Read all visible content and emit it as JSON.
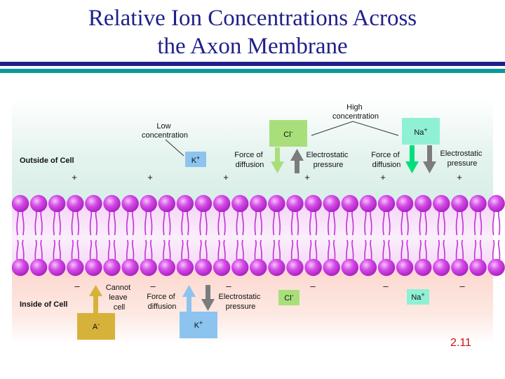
{
  "slide": {
    "title_line1": "Relative Ion Concentrations Across",
    "title_line2": "the Axon Membrane",
    "page_number": "2.11"
  },
  "diagram": {
    "outside_label": "Outside of Cell",
    "inside_label": "Inside of Cell",
    "plus_sign": "+",
    "minus_sign": "–",
    "low_concentration": [
      "Low",
      "concentration"
    ],
    "high_concentration": [
      "High",
      "concentration"
    ],
    "force_of_diffusion": [
      "Force of",
      "diffusion"
    ],
    "electrostatic_pressure": [
      "Electrostatic",
      "pressure"
    ],
    "cannot_leave_cell": [
      "Cannot",
      "leave",
      "cell"
    ],
    "ions": {
      "k_outside": {
        "symbol": "K",
        "charge": "+"
      },
      "cl_outside": {
        "symbol": "Cl",
        "charge": "-"
      },
      "na_outside": {
        "symbol": "Na",
        "charge": "+"
      },
      "a_inside": {
        "symbol": "A",
        "charge": "-"
      },
      "k_inside": {
        "symbol": "K",
        "charge": "+"
      },
      "cl_inside": {
        "symbol": "Cl",
        "charge": "-"
      },
      "na_inside": {
        "symbol": "Na",
        "charge": "+"
      }
    },
    "colors": {
      "outside_bg": "#e4f3ee",
      "inside_bg": "#fde6df",
      "lipid_head": "#c22fd6",
      "k_box": "#8cc4ef",
      "cl_box": "#a9df7a",
      "na_box": "#8ff0d4",
      "a_box": "#d6b23a",
      "arrow_gray": "#7c7c7c",
      "arrow_green": "#00e07a"
    }
  }
}
